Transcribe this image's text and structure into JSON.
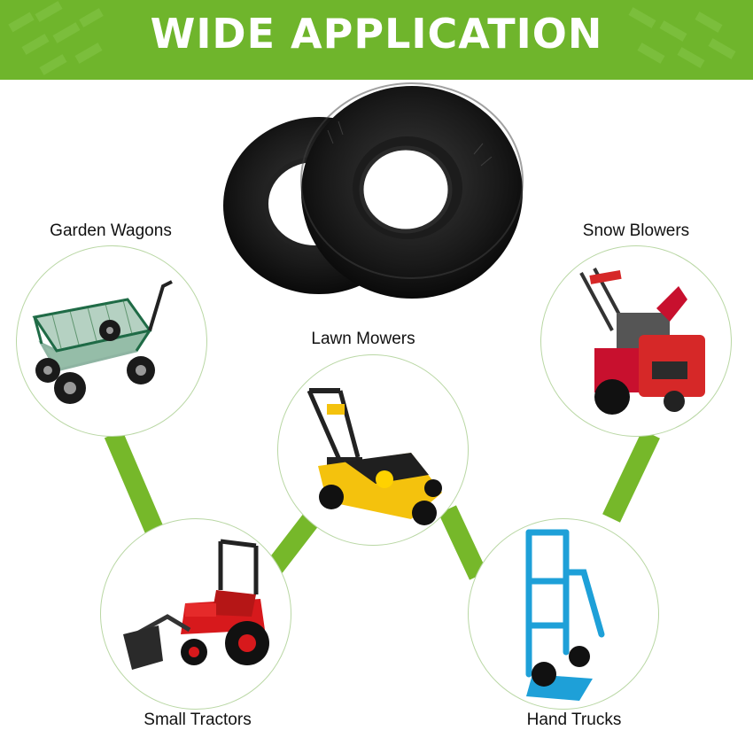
{
  "header": {
    "title": "WIDE APPLICATION",
    "background_color": "#6fb52c",
    "text_color": "#ffffff"
  },
  "product": {
    "icon": "inner-tube-pair-icon"
  },
  "connector_color": "#76b82a",
  "applications": [
    {
      "label": "Garden Wagons",
      "icon": "garden-wagon-icon"
    },
    {
      "label": "Snow Blowers",
      "icon": "snow-blower-icon"
    },
    {
      "label": "Lawn Mowers",
      "icon": "lawn-mower-icon"
    },
    {
      "label": "Small Tractors",
      "icon": "small-tractor-icon"
    },
    {
      "label": "Hand Trucks",
      "icon": "hand-truck-icon"
    }
  ]
}
